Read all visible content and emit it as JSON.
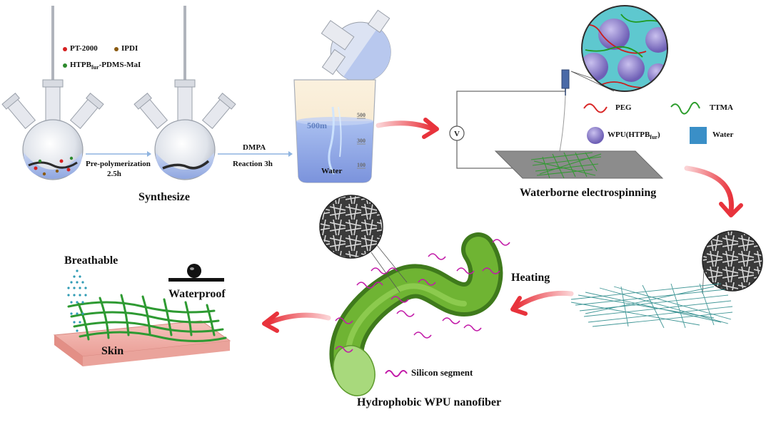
{
  "reagents": {
    "pt2000": "PT-2000",
    "ipdi": "IPDI",
    "htpb_main": "HTPB",
    "htpb_sub": "fur",
    "htpb_tail": "-PDMS-MaI"
  },
  "steps": {
    "prepoly_line1": "Pre-polymerization",
    "prepoly_line2": "2.5h",
    "dmpa": "DMPA",
    "reaction": "Reaction 3h",
    "synthesize": "Synthesize",
    "water_beaker": "Water",
    "beaker_mark_500m": "500m",
    "beaker_mark_500": "500",
    "beaker_mark_300": "300",
    "beaker_mark_100": "100"
  },
  "electrospinning": {
    "title": "Waterborne electrospinning",
    "voltage_symbol": "V",
    "legend": {
      "peg": "PEG",
      "ttma": "TTMA",
      "wpu_main": "WPU(HTPB",
      "wpu_sub": "fur",
      "wpu_tail": ")",
      "water": "Water"
    }
  },
  "post": {
    "heating": "Heating",
    "silicon_segment": "Silicon segment",
    "nanofiber_title": "Hydrophobic WPU nanofiber",
    "breathable": "Breathable",
    "waterproof": "Waterproof",
    "skin": "Skin"
  },
  "colors": {
    "arrow_red": "#e8333c",
    "fiber_green": "#2e9a32",
    "peg_red": "#d92626",
    "ttma_green": "#2d9d2d",
    "wpu_purple": "#8a7bc9",
    "water_blue": "#3a8fc7",
    "silicon_magenta": "#c21aa8",
    "skin_pink": "#f0a6a0",
    "dots_teal": "#2f9bb4",
    "mat_teal": "#2d8c8c"
  }
}
